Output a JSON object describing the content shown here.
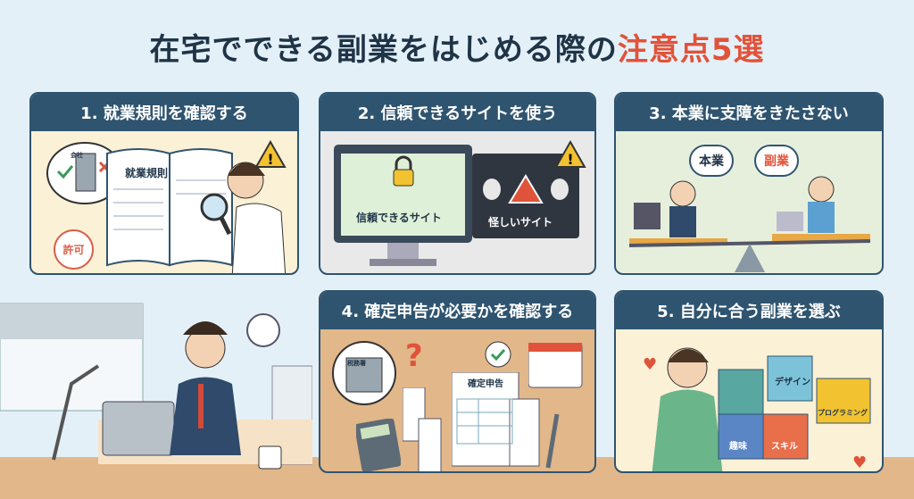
{
  "title": {
    "main": "在宅でできる副業をはじめる際の",
    "highlight": "注意点5選"
  },
  "colors": {
    "header": "#2f5470",
    "accent": "#e0533a",
    "background": "#e4f0f8"
  },
  "cards": [
    {
      "heading": "1. 就業規則を確認する",
      "book_label": "就業規則",
      "stamp_label": "許可",
      "building_sign": "会社"
    },
    {
      "heading": "2. 信頼できるサイトを使う",
      "safe_label": "信頼できるサイト",
      "unsafe_label": "怪しいサイト"
    },
    {
      "heading": "3. 本業に支障をきたさない",
      "main_job": "本業",
      "side_job": "副業"
    },
    {
      "heading": "4. 確定申告が必要かを確認する",
      "form_label": "確定申告",
      "building_sign": "税務署"
    },
    {
      "heading": "5. 自分に合う副業を選ぶ",
      "puzzle": [
        "趣味",
        "スキル",
        "デザイン",
        "プログラミング"
      ]
    }
  ]
}
